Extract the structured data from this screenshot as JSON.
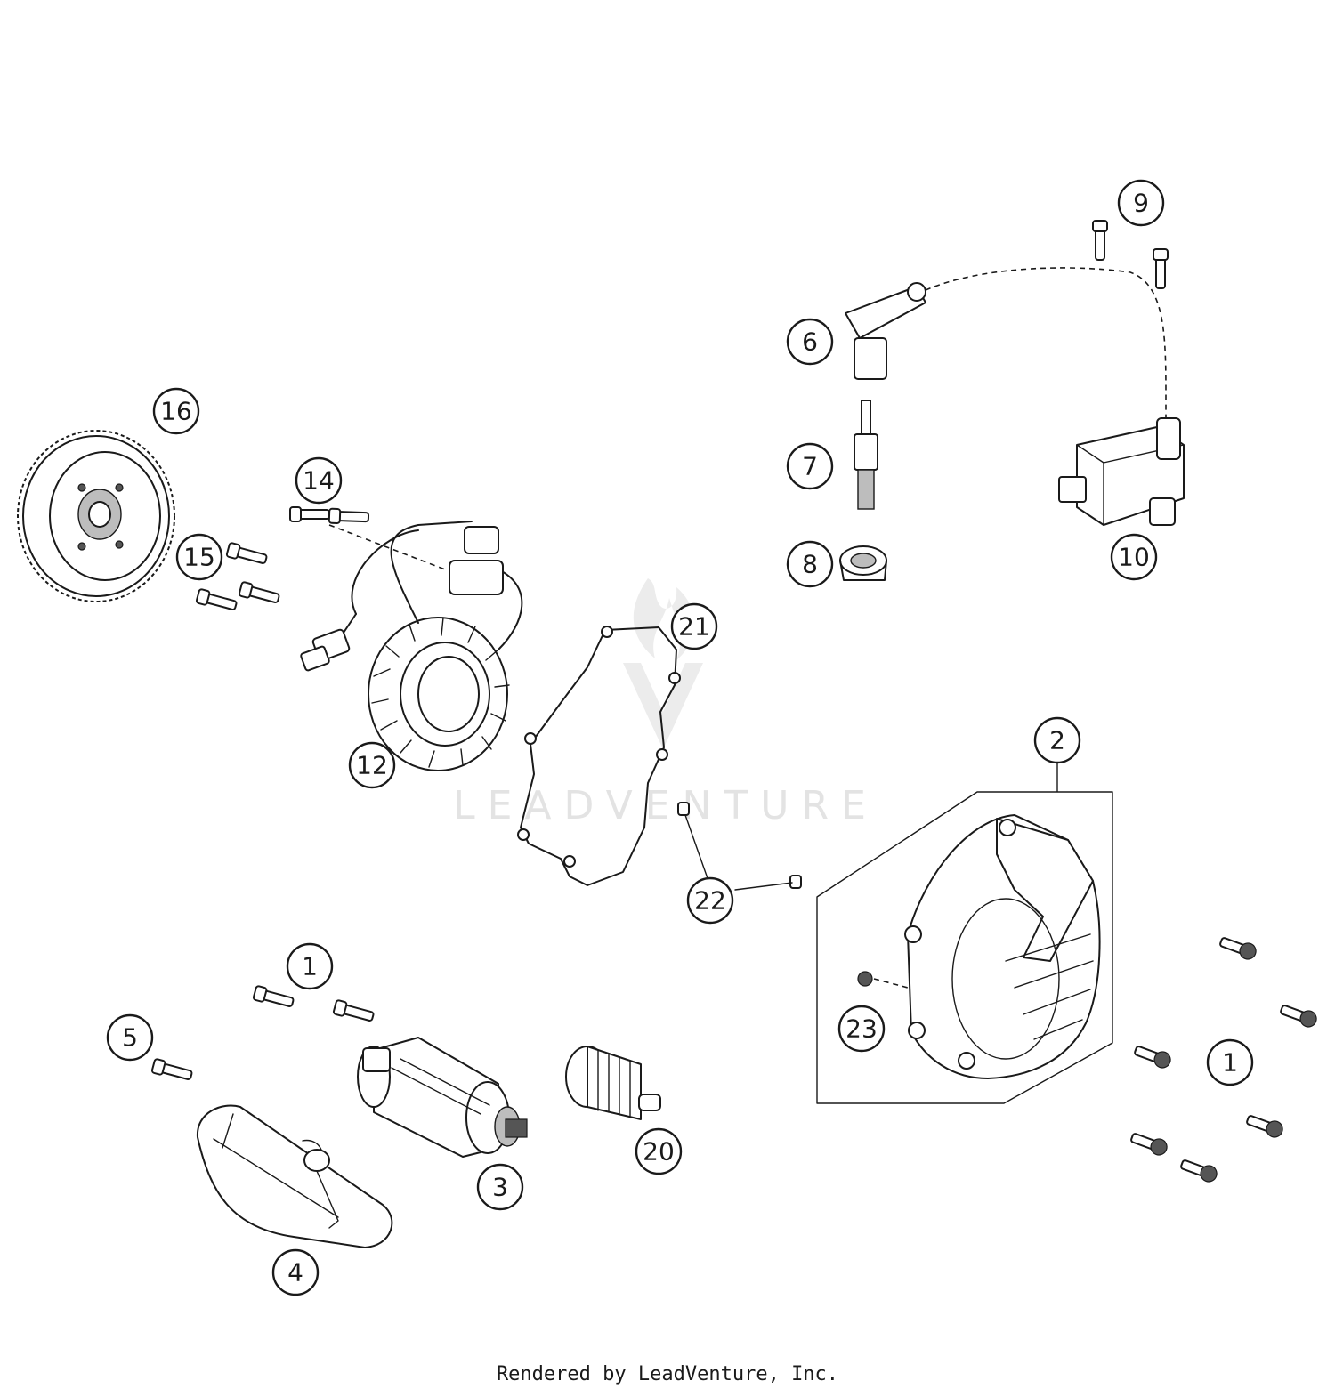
{
  "watermark": {
    "brand": "LEADVENTURE"
  },
  "callouts": [
    {
      "id": "c1a",
      "label": "1"
    },
    {
      "id": "c1b",
      "label": "1"
    },
    {
      "id": "c2",
      "label": "2"
    },
    {
      "id": "c3",
      "label": "3"
    },
    {
      "id": "c4",
      "label": "4"
    },
    {
      "id": "c5",
      "label": "5"
    },
    {
      "id": "c6",
      "label": "6"
    },
    {
      "id": "c7",
      "label": "7"
    },
    {
      "id": "c8",
      "label": "8"
    },
    {
      "id": "c9",
      "label": "9"
    },
    {
      "id": "c10",
      "label": "10"
    },
    {
      "id": "c12",
      "label": "12"
    },
    {
      "id": "c14",
      "label": "14"
    },
    {
      "id": "c15",
      "label": "15"
    },
    {
      "id": "c16",
      "label": "16"
    },
    {
      "id": "c20",
      "label": "20"
    },
    {
      "id": "c21",
      "label": "21"
    },
    {
      "id": "c22",
      "label": "22"
    },
    {
      "id": "c23",
      "label": "23"
    }
  ],
  "footer": {
    "text": "Rendered by LeadVenture, Inc."
  }
}
